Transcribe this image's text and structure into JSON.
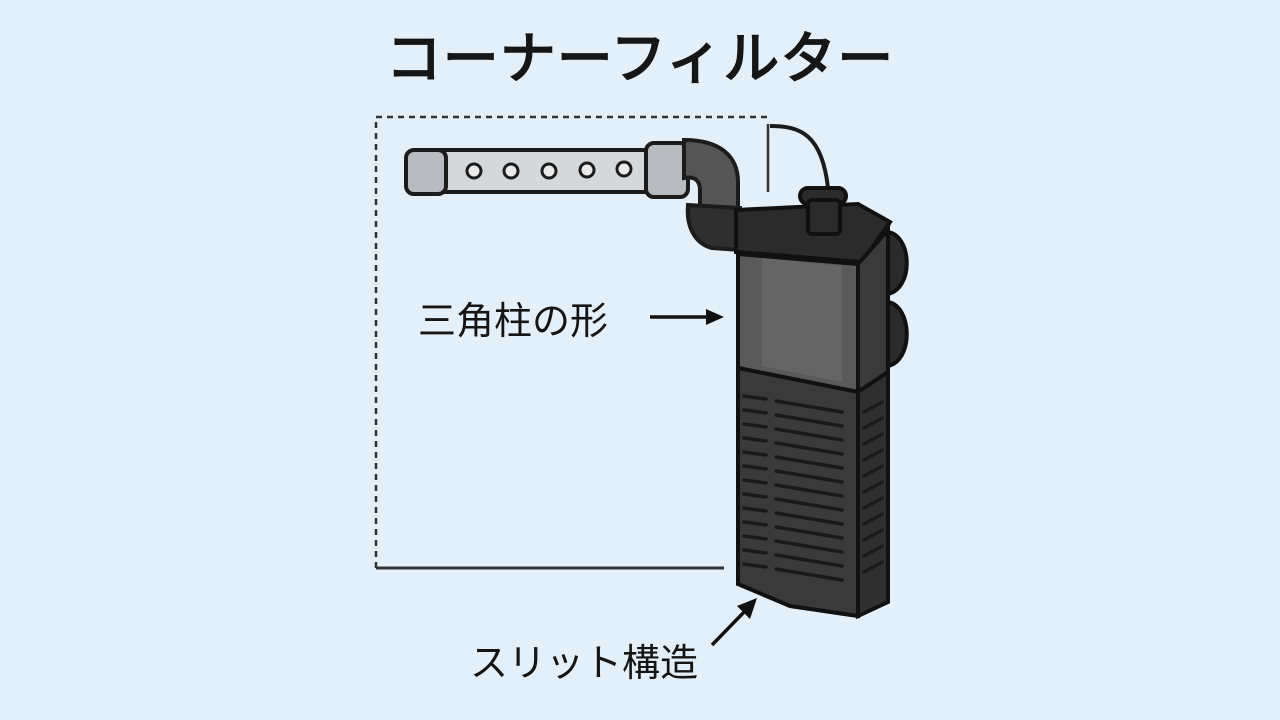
{
  "title": "コーナーフィルター",
  "labels": {
    "shape": "三角柱の形",
    "slit": "スリット構造"
  },
  "colors": {
    "background": "#e3f0f9",
    "filter_body": "#3a3a3a",
    "pipe": "#d5d8db",
    "outline": "#1c1c1c"
  }
}
